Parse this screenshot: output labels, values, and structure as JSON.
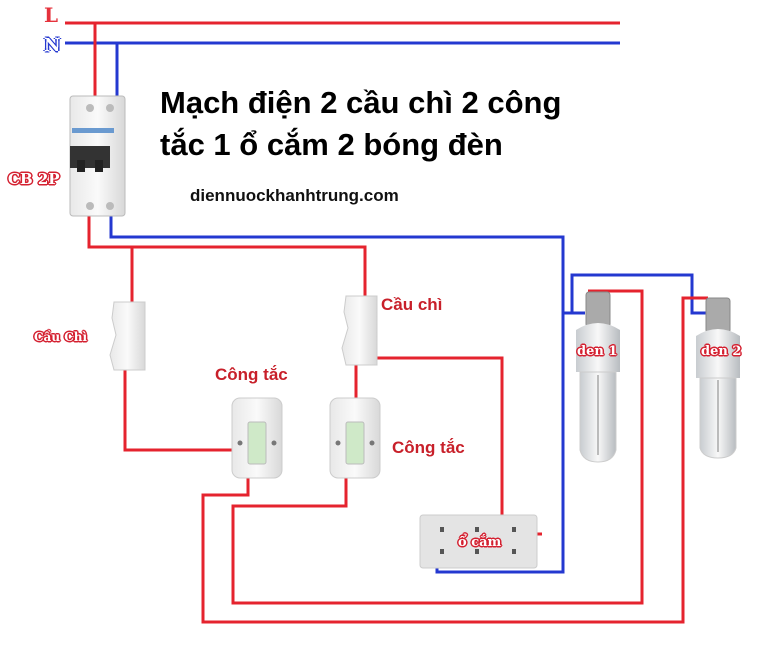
{
  "lines": {
    "live_label": "L",
    "neutral_label": "N",
    "live_color": "#e5232e",
    "neutral_color": "#2438d0"
  },
  "title": {
    "line1": "Mạch điện 2 cầu chì 2 công",
    "line2": "tắc 1 ổ cắm 2 bóng đèn"
  },
  "website": "diennuockhanhtrung.com",
  "components": {
    "breaker_label": "CB 2P",
    "fuse1_label": "Cầu Chì",
    "fuse2_label": "Cầu chì",
    "switch1_label": "Công tắc",
    "switch2_label": "Công tắc",
    "socket_label": "ổ cắm",
    "bulb1_label": "den 1",
    "bulb2_label": "den 2"
  }
}
